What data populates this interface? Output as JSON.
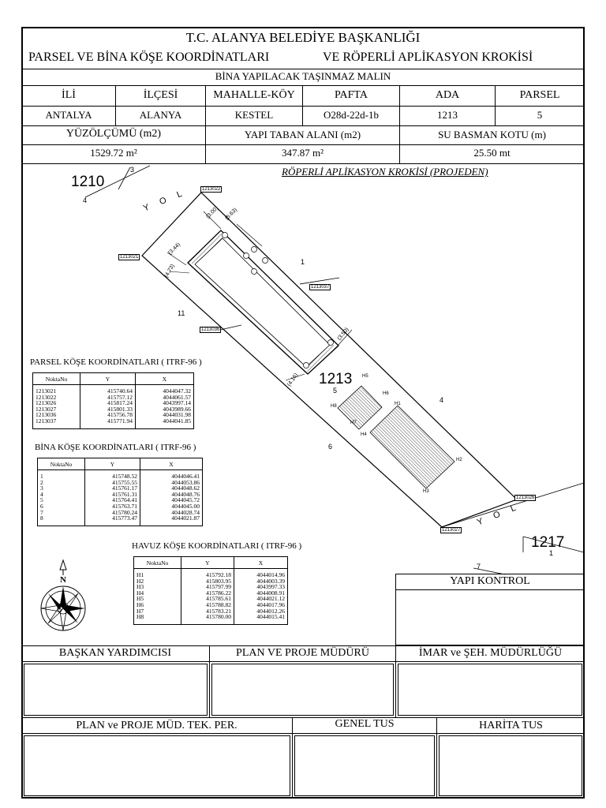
{
  "header": {
    "title_line1": "T.C. ALANYA BELEDİYE BAŞKANLIĞI",
    "title_line2a": "PARSEL VE BİNA KÖŞE KOORDİNATLARI",
    "title_line2b": "VE RÖPERLİ APLİKASYON KROKİSİ",
    "subtitle": "BİNA YAPILACAK TAŞINMAZ MALIN"
  },
  "property_table": {
    "headers": [
      "İLİ",
      "İLÇESİ",
      "MAHALLE-KÖY",
      "PAFTA",
      "ADA",
      "PARSEL"
    ],
    "values": [
      "ANTALYA",
      "ALANYA",
      "KESTEL",
      "O28d-22d-1b",
      "1213",
      "5"
    ],
    "area_headers": [
      "YÜZÖLÇÜMÜ  (m2)",
      "YAPI TABAN ALANI  (m2)",
      "SU BASMAN KOTU (m)"
    ],
    "area_values": [
      "1529.72 m²",
      "347.87 m²",
      "25.50 mt"
    ]
  },
  "sketch": {
    "title": "RÖPERLİ APLİKASYON KROKİSİ (PROJEDEN)",
    "parcel_1210": "1210",
    "parcel_1210_sub": "4",
    "parcel_3": "3",
    "road_top": "Y O L",
    "road_bottom": "Y O L",
    "parcel_1": "1",
    "parcel_11": "11",
    "parcel_1213": "1213",
    "parcel_1213_sub": "5",
    "parcel_4": "4",
    "parcel_6": "6",
    "parcel_1217": "1217",
    "parcel_1217_sub": "1",
    "parcel_7": "7",
    "point_labels": [
      "1213022",
      "1213021",
      "1213037",
      "1213036",
      "1213026",
      "1213027"
    ],
    "pool_labels": [
      "H5",
      "H6",
      "H8",
      "H7",
      "H1",
      "H4",
      "H2",
      "H3"
    ],
    "dims": [
      "(3.00)",
      "(5.63)",
      "(3.44)",
      "(4.73)",
      "(3.50)",
      "(4.16)"
    ]
  },
  "parcel_coords": {
    "title": "PARSEL KÖŞE KOORDİNATLARI ( ITRF-96 )",
    "headers": [
      "NoktaNo",
      "Y",
      "X"
    ],
    "rows": [
      [
        "1213021",
        "415740.64",
        "4044047.32"
      ],
      [
        "1213022",
        "415757.12",
        "4044061.57"
      ],
      [
        "1213026",
        "415817.24",
        "4043997.14"
      ],
      [
        "1213027",
        "415801.33",
        "4043989.66"
      ],
      [
        "1213036",
        "415756.78",
        "4044031.98"
      ],
      [
        "1213037",
        "415771.94",
        "4044041.85"
      ]
    ]
  },
  "building_coords": {
    "title": "BİNA KÖŞE KOORDİNATLARI ( ITRF-96 )",
    "headers": [
      "NoktaNo",
      "Y",
      "X"
    ],
    "rows": [
      [
        "1",
        "415748.52",
        "4044046.41"
      ],
      [
        "2",
        "415755.55",
        "4044053.86"
      ],
      [
        "3",
        "415761.17",
        "4044048.62"
      ],
      [
        "4",
        "415761.31",
        "4044048.76"
      ],
      [
        "5",
        "415764.41",
        "4044045.72"
      ],
      [
        "6",
        "415763.71",
        "4044045.00"
      ],
      [
        "7",
        "415780.24",
        "4044028.74"
      ],
      [
        "8",
        "415773.47",
        "4044021.87"
      ]
    ]
  },
  "pool_coords": {
    "title": "HAVUZ KÖŞE KOORDİNATLARI ( ITRF-96 )",
    "headers": [
      "NoktaNo",
      "Y",
      "X"
    ],
    "rows": [
      [
        "H1",
        "415792.18",
        "4044014.96"
      ],
      [
        "H2",
        "415803.95",
        "4044003.39"
      ],
      [
        "H3",
        "415797.99",
        "4043997.33"
      ],
      [
        "H4",
        "415786.22",
        "4044008.91"
      ],
      [
        "H5",
        "415785.61",
        "4044021.12"
      ],
      [
        "H6",
        "415788.82",
        "4044017.96"
      ],
      [
        "H7",
        "415783.21",
        "4044012.26"
      ],
      [
        "H8",
        "415780.00",
        "4044015.41"
      ]
    ]
  },
  "compass_label": "N",
  "signatures": {
    "yapi_kontrol": "YAPI KONTROL",
    "baskan_yardimcisi": "BAŞKAN YARDIMCISI",
    "plan_proje": "PLAN VE PROJE MÜDÜRÜ",
    "imar": "İMAR ve ŞEH. MÜDÜRLÜĞÜ",
    "plan_tek_per": "PLAN ve PROJE MÜD. TEK. PER.",
    "genel_tus": "GENEL TUS",
    "harita_tus": "HARİTA TUS"
  }
}
